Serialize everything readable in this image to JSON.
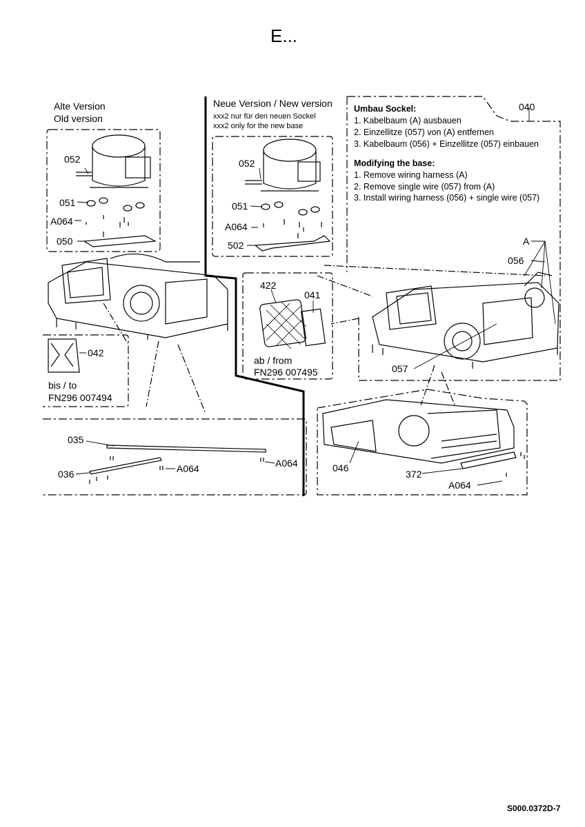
{
  "page": {
    "title": "E...",
    "drawing_code": "S000.0372D-7"
  },
  "old_version": {
    "label_de": "Alte Version",
    "label_en": "Old version",
    "part_052": "052",
    "part_051": "051",
    "part_A064": "A064",
    "part_050": "050"
  },
  "new_version": {
    "label": "Neue Version / New version",
    "note_de": "xxx2 nur für den neuen Sockel",
    "note_en": "xxx2 only for the new base",
    "part_052": "052",
    "part_051": "051",
    "part_A064": "A064",
    "part_502": "502"
  },
  "instructions": {
    "ref": "040",
    "heading_de": "Umbau Sockel:",
    "steps_de": [
      "1. Kabelbaum (A) ausbauen",
      "2. Einzellitze (057) von (A) entfernen",
      "3. Kabelbaum (056) + Einzellitze (057) einbauen"
    ],
    "heading_en": "Modifying the base:",
    "steps_en": [
      "1. Remove wiring harness (A)",
      "2. Remove single wire (057) from (A)",
      "3. Install wiring harness (056) + single wire (057)"
    ]
  },
  "callouts": {
    "A": "A",
    "p056": "056",
    "p057": "057",
    "p422": "422",
    "p041": "041",
    "ab_from": "ab / from",
    "fn_new": "FN296 007495",
    "p042": "042",
    "bis_to": "bis / to",
    "fn_old": "FN296 007494",
    "p035": "035",
    "p036": "036",
    "a064_rail_right": "A064",
    "a064_rail_mid": "A064",
    "p046": "046",
    "p372": "372",
    "a064_base": "A064"
  }
}
